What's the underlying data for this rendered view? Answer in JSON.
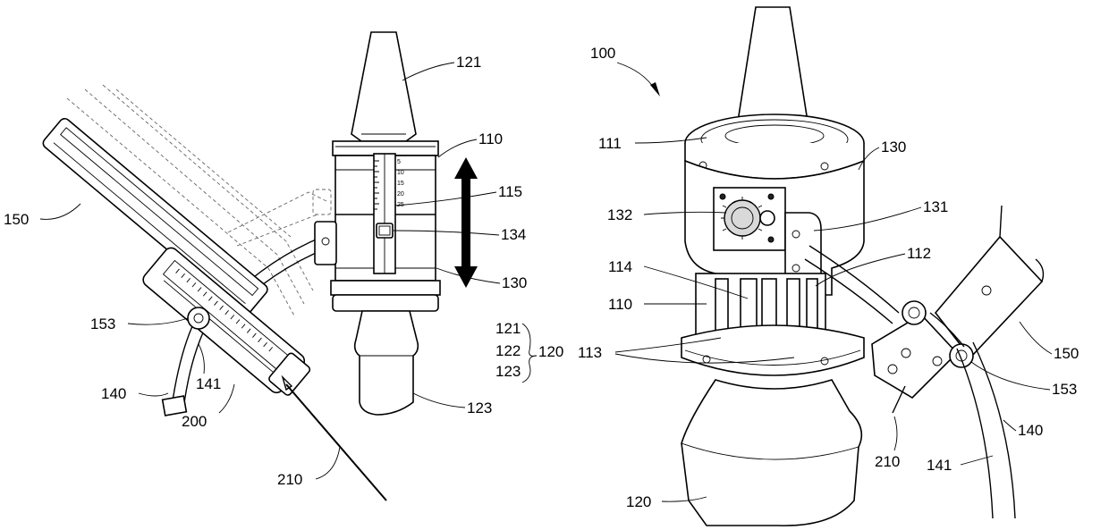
{
  "figure": {
    "left_labels": {
      "l150": "150",
      "l153": "153",
      "l140": "140",
      "l141": "141",
      "l200": "200",
      "l210": "210"
    },
    "middle_labels": {
      "l121": "121",
      "l110": "110",
      "l115": "115",
      "l134": "134",
      "l130": "130",
      "l123": "123",
      "group_items": [
        "121",
        "122",
        "123"
      ],
      "group_label": "120"
    },
    "right_labels": {
      "l100": "100",
      "l111": "111",
      "l130": "130",
      "l132": "132",
      "l131": "131",
      "l114": "114",
      "l112": "112",
      "l110": "110",
      "l113": "113",
      "l150": "150",
      "l153": "153",
      "l140": "140",
      "l210": "210",
      "l141": "141",
      "l120": "120"
    },
    "scale_ticks": [
      "5",
      "10",
      "15",
      "20",
      "25"
    ]
  }
}
